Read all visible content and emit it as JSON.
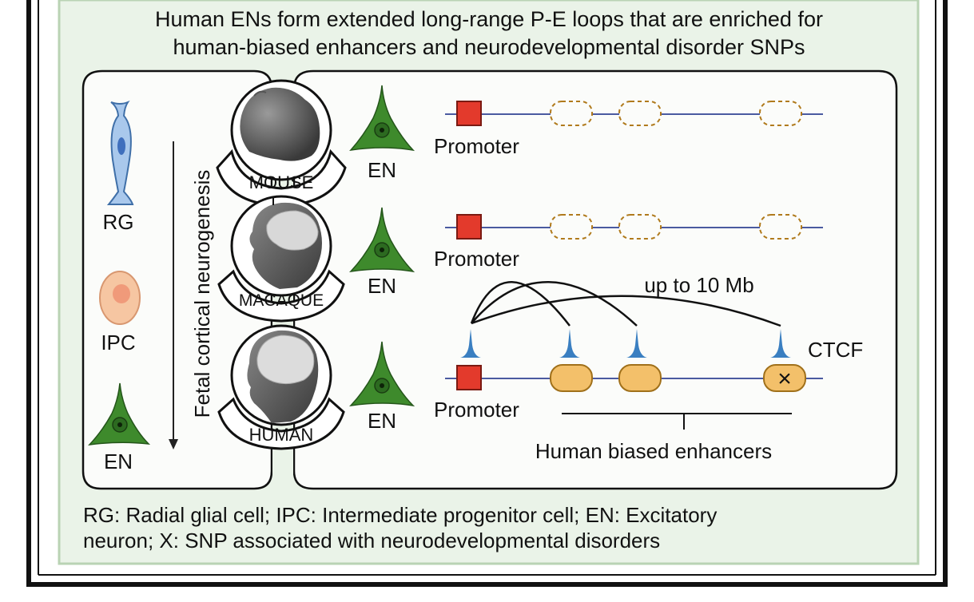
{
  "title": {
    "line1": "Human ENs form extended long-range P-E loops that are enriched for",
    "line2": "human-biased enhancers and neurodevelopmental disorder SNPs"
  },
  "cells": {
    "rg": "RG",
    "ipc": "IPC",
    "en": "EN"
  },
  "axis_label": "Fetal cortical neurogenesis",
  "species": {
    "mouse": "MOUSE",
    "macaque": "MACAQUE",
    "human": "HUMAN"
  },
  "neuron_label": "EN",
  "tracks": {
    "promoter_label": "Promoter",
    "distance_label": "up to 10 Mb",
    "ctcf_label": "CTCF",
    "enhancer_group_label": "Human biased enhancers",
    "snp_mark": "×"
  },
  "footer": {
    "line1": "RG: Radial glial cell; IPC: Intermediate progenitor cell; EN: Excitatory",
    "line2": "neuron; X: SNP associated with neurodevelopmental disorders"
  },
  "colors": {
    "panel_bg": "#eaf3e8",
    "panel_border": "#b9d3b4",
    "neuron_green": "#3e8a2c",
    "promoter_red": "#e33a2c",
    "enhancer_orange": "#f3c06a",
    "enhancer_dashed": "#b07a1c",
    "ctcf_blue": "#3a7fc1",
    "dna_line": "#4a5aa0",
    "rg_blue": "#a9c8ec",
    "ipc_peach": "#f6c6a2"
  }
}
